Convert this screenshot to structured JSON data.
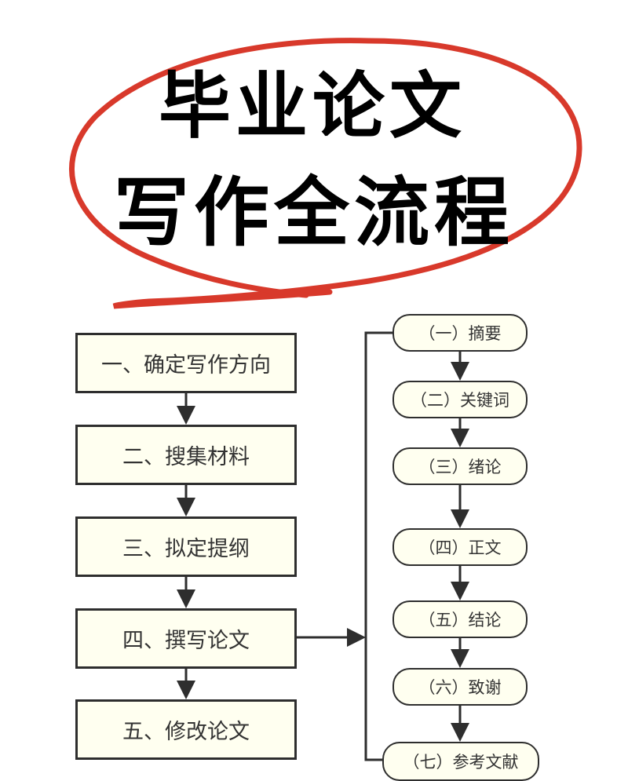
{
  "title": {
    "line1": "毕业论文",
    "line2": "写作全流程"
  },
  "colors": {
    "ellipse_stroke": "#d8392b",
    "box_fill": "#fffff0",
    "box_stroke": "#2e2e2e",
    "text": "#333333"
  },
  "main_steps": [
    {
      "label": "一、确定写作方向"
    },
    {
      "label": "二、搜集材料"
    },
    {
      "label": "三、拟定提纲"
    },
    {
      "label": "四、撰写论文"
    },
    {
      "label": "五、修改论文"
    }
  ],
  "paper_sections": [
    {
      "label": "（一）摘要"
    },
    {
      "label": "（二）关键词"
    },
    {
      "label": "（三）绪论"
    },
    {
      "label": "（四）正文"
    },
    {
      "label": "（五）结论"
    },
    {
      "label": "（六）致谢"
    },
    {
      "label": "（七）参考文献"
    }
  ]
}
